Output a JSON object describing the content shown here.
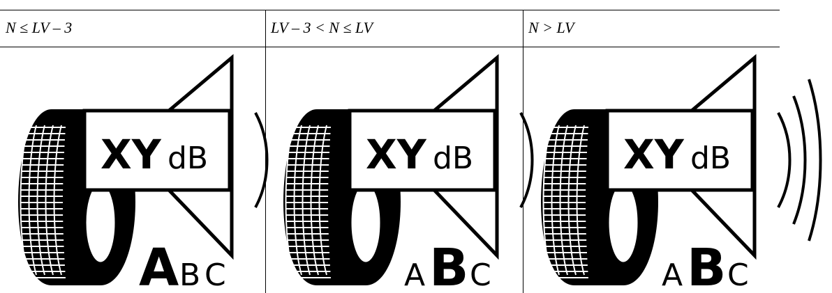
{
  "headers": [
    {
      "text": "N ≤ LV – 3"
    },
    {
      "text": "LV – 3 < N ≤ LV"
    },
    {
      "text": "N > LV"
    }
  ],
  "panels": [
    {
      "value_label": "XY",
      "unit_label": "dB",
      "class_letters": [
        "A",
        "B",
        "C"
      ],
      "highlight_index": 0,
      "wave_count": 1
    },
    {
      "value_label": "XY",
      "unit_label": "dB",
      "class_letters": [
        "A",
        "B",
        "C"
      ],
      "highlight_index": 1,
      "wave_count": 1
    },
    {
      "value_label": "XY",
      "unit_label": "dB",
      "class_letters": [
        "A",
        "B",
        "C"
      ],
      "highlight_index": 1,
      "wave_count": 3
    }
  ],
  "colors": {
    "ink": "#000000",
    "background": "#ffffff"
  }
}
